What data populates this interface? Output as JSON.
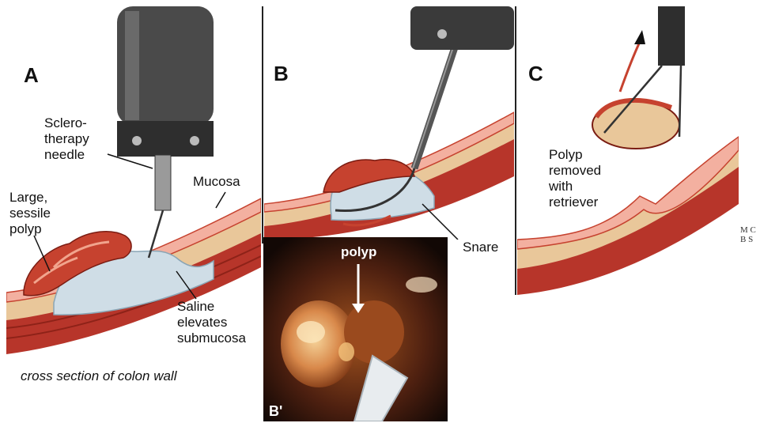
{
  "panels": {
    "a": {
      "letter": "A",
      "needle_label": [
        "Sclero-",
        "therapy",
        "needle"
      ],
      "mucosa_label": "Mucosa",
      "polyp_label": [
        "Large,",
        "sessile",
        "polyp"
      ],
      "saline_label": [
        "Saline",
        "elevates",
        "submucosa"
      ],
      "caption": "cross section of colon wall"
    },
    "b": {
      "letter": "B",
      "snare_label": "Snare"
    },
    "b_prime": {
      "letter": "B'",
      "polyp_label": "polyp"
    },
    "c": {
      "letter": "C",
      "removed_label": [
        "Polyp",
        "removed",
        "with",
        "retriever"
      ]
    }
  },
  "credit_mark": [
    "M C",
    "B S"
  ],
  "colors": {
    "tissue_red": "#c6422f",
    "mucosa_pink": "#f3b0a0",
    "submucosa_tan": "#e9c79a",
    "saline_blue": "#cfdde6",
    "instrument_dark": "#3a3a3a"
  }
}
